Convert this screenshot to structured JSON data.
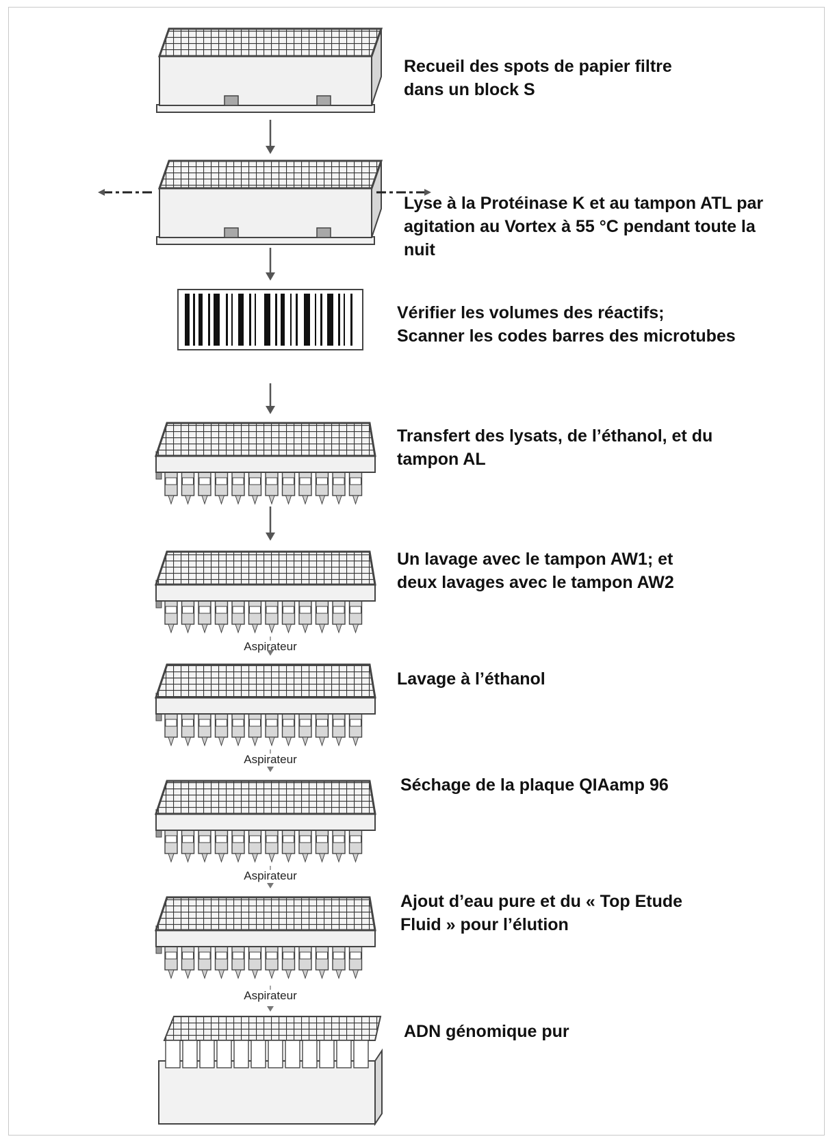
{
  "steps": [
    {
      "id": "collect",
      "device": "s-block",
      "lines": [
        "Recueil  des spots de papier filtre",
        "dans un block S"
      ]
    },
    {
      "id": "lysis",
      "device": "s-block",
      "lines": [
        "Lyse à la Protéinase K et au tampon ATL par",
        "agitation au Vortex à 55 °C pendant toute la",
        "nuit"
      ]
    },
    {
      "id": "verify",
      "device": "barcode",
      "lines": [
        "Vérifier les volumes des réactifs;",
        "Scanner les codes barres des microtubes"
      ]
    },
    {
      "id": "transfer",
      "device": "qiaamp-plate",
      "lines": [
        "Transfert  des lysats, de l’éthanol, et du",
        "tampon AL"
      ]
    },
    {
      "id": "wash",
      "device": "qiaamp-plate",
      "lines": [
        "Un lavage avec le tampon AW1;  et",
        "deux lavages avec le tampon AW2"
      ]
    },
    {
      "id": "ethanol",
      "device": "qiaamp-plate",
      "lines": [
        "Lavage à l’éthanol"
      ]
    },
    {
      "id": "dry",
      "device": "qiaamp-plate",
      "lines": [
        "Séchage de la plaque QIAamp 96"
      ]
    },
    {
      "id": "elution",
      "device": "qiaamp-plate",
      "lines": [
        "Ajout d’eau pure et du « Top Etude",
        "Fluid » pour l’élution"
      ]
    },
    {
      "id": "pure",
      "device": "tube-rack",
      "lines": [
        "ADN génomique pur"
      ]
    }
  ],
  "connectors": [
    {
      "kind": "arrow",
      "label": ""
    },
    {
      "kind": "arrow",
      "label": ""
    },
    {
      "kind": "arrow",
      "label": ""
    },
    {
      "kind": "arrow",
      "label": ""
    },
    {
      "kind": "vacuum",
      "label": "Aspirateur"
    },
    {
      "kind": "vacuum",
      "label": "Aspirateur"
    },
    {
      "kind": "vacuum",
      "label": "Aspirateur"
    },
    {
      "kind": "vacuum",
      "label": "Aspirateur"
    }
  ],
  "colors": {
    "outline": "#444444",
    "block_face": "#f1f1f1",
    "block_top": "#e4e4e4",
    "grid": "#333333",
    "arrow": "#555555",
    "text": "#111111"
  }
}
